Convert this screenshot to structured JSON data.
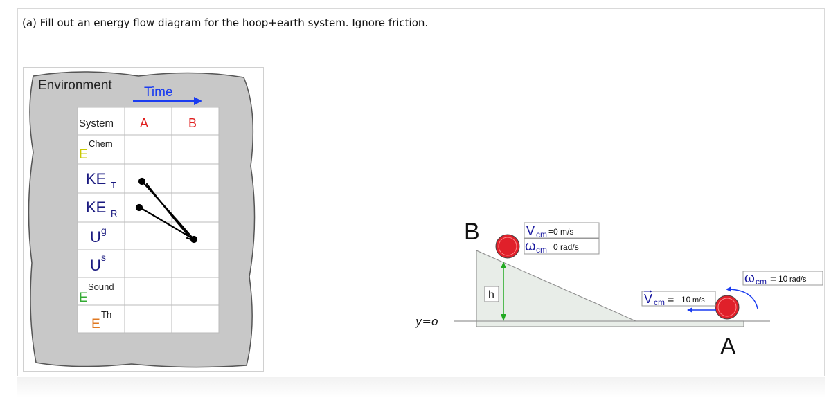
{
  "question": {
    "text": "(a) Fill out an energy flow diagram for the hoop+earth system.  Ignore friction."
  },
  "energy_diagram": {
    "environment_label": "Environment",
    "time_label": "Time",
    "header_system": "System",
    "header_a": "A",
    "header_b": "B",
    "rows": [
      {
        "base": "E",
        "sup": "Chem",
        "sub": "",
        "color": "#c8c800"
      },
      {
        "base": "KE",
        "sup": "",
        "sub": "T",
        "color": "#1a1a80"
      },
      {
        "base": "KE",
        "sup": "",
        "sub": "R",
        "color": "#1a1a80"
      },
      {
        "base": "U",
        "sup": "g",
        "sub": "",
        "color": "#1a1a80"
      },
      {
        "base": "U",
        "sup": "s",
        "sub": "",
        "color": "#1a1a80"
      },
      {
        "base": "E",
        "sup": "Sound",
        "sub": "",
        "color": "#33aa33"
      },
      {
        "base": "E",
        "sup": "Th",
        "sub": "",
        "color": "#e07820"
      }
    ]
  },
  "physics_figure": {
    "handwritten_ground_label": "y=o",
    "point_b_label": "B",
    "point_a_label": "A",
    "height_label": "h",
    "box_b_v_symbol": "V",
    "box_b_v_sub": "cm",
    "box_b_v_value": "=0 m/s",
    "box_b_w_symbol": "ω",
    "box_b_w_sub": "cm",
    "box_b_w_value": "=0 rad/s",
    "box_a_w_symbol": "ω",
    "box_a_w_sub": "cm",
    "box_a_w_eq": "=",
    "box_a_w_value": "10",
    "box_a_w_unit": "rad/s",
    "box_a_v_symbol": "V",
    "box_a_v_sub": "cm",
    "box_a_v_eq": "=",
    "box_a_v_value": "10",
    "box_a_v_unit": "m/s"
  },
  "colors": {
    "time_arrow": "#1a3cf0",
    "ball_fill": "#e0202a",
    "incline_fill": "#e8ede8",
    "height_arrow": "#22aa22",
    "label_blue": "#1a1aa0"
  }
}
